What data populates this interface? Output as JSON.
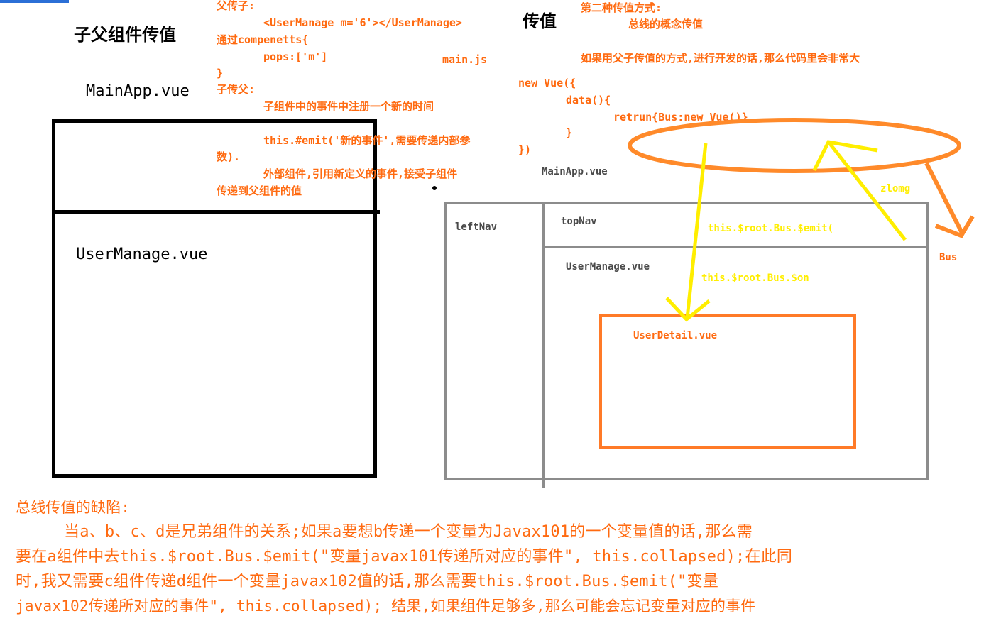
{
  "heading_left": "子父组件传值",
  "heading_mid": "传值",
  "box_left": {
    "parent_label": "MainApp.vue",
    "child_label": "UserManage.vue"
  },
  "notes_parent_to_child": {
    "title": "父传子:",
    "line1": "<UserManage m='6'></UserManage>",
    "line2": "通过compenetts{",
    "line3": "pops:['m']",
    "line4": "}"
  },
  "notes_child_to_parent": {
    "title": "子传父:",
    "line1": "子组件中的事件中注册一个新的时间",
    "line2": "this.#emit('新的事件',需要传递内部参",
    "line3": "数).",
    "line4": "外部组件,引用新定义的事件,接受子组件",
    "line5": "传递到父组件的值"
  },
  "mainjs": {
    "file": "main.js",
    "line1": "new Vue({",
    "line2": "data(){",
    "line3": "retrun{Bus:new Vue()}",
    "line4": "}",
    "line5": "})"
  },
  "method2": {
    "title": "第二种传值方式:",
    "subtitle": "总线的概念传值",
    "note": "如果用父子传值的方式,进行开发的话,那么代码里会非常大"
  },
  "layout_diagram": {
    "main_label": "MainApp.vue",
    "left_nav": "leftNav",
    "top_nav": "topNav",
    "user_manage": "UserManage.vue",
    "user_detail": "UserDetail.vue",
    "emit_text": "this.$root.Bus.$emit(",
    "on_text": "this.$root.Bus.$on",
    "zlong": "zlomg",
    "bus_label": "Bus"
  },
  "defects": {
    "title": "总线传值的缺陷:",
    "line1": "当a、b、c、d是兄弟组件的关系;如果a要想b传递一个变量为Javax101的一个变量值的话,那么需",
    "line2": "要在a组件中去this.$root.Bus.$emit(\"变量javax101传递所对应的事件\", this.collapsed);在此同",
    "line3": "时,我又需要c组件传递d组件一个变量javax102值的话,那么需要this.$root.Bus.$emit(\"变量",
    "line4": "javax102传递所对应的事件\", this.collapsed); 结果,如果组件足够多,那么可能会忘记变量对应的事件"
  },
  "colors": {
    "orange": "#ff6a10",
    "yellow": "#ffee00",
    "gray": "#8c8c8c",
    "black": "#000000"
  }
}
